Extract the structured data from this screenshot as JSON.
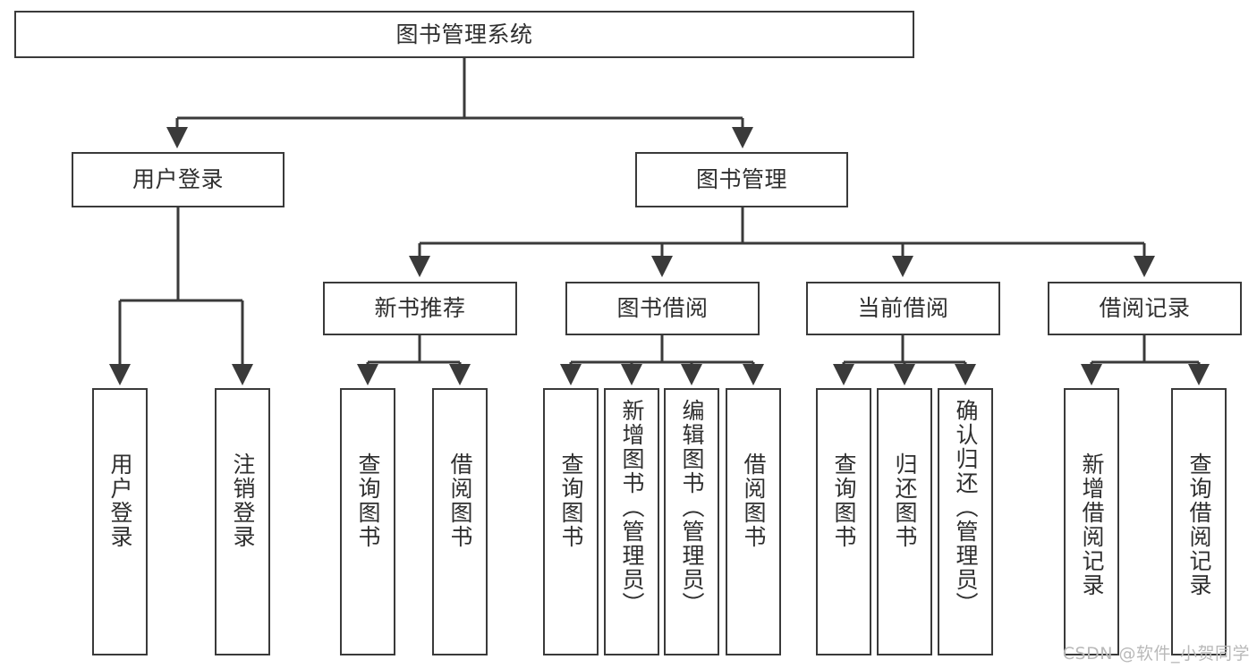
{
  "diagram": {
    "type": "tree-hierarchy",
    "title": "图书管理系统",
    "orientation": "top-down",
    "edge_style": "orthogonal-with-arrowheads",
    "colors": {
      "box_stroke": "#3a3a3a",
      "box_fill": "#ffffff",
      "text": "#2f2f2f",
      "edge": "#3a3a3a",
      "watermark": "#b9b9b9",
      "background": "#ffffff"
    },
    "root": {
      "label": "图书管理系统"
    },
    "level2": [
      {
        "label": "用户登录"
      },
      {
        "label": "图书管理"
      }
    ],
    "level3": [
      {
        "label": "新书推荐"
      },
      {
        "label": "图书借阅"
      },
      {
        "label": "当前借阅"
      },
      {
        "label": "借阅记录"
      }
    ],
    "leaves": {
      "user_login": [
        {
          "label": "用户登录"
        },
        {
          "label": "注销登录"
        }
      ],
      "new_book_recommend": [
        {
          "label": "查询图书"
        },
        {
          "label": "借阅图书"
        }
      ],
      "book_borrow": [
        {
          "label": "查询图书"
        },
        {
          "label": "新增图书（管理员）"
        },
        {
          "label": "编辑图书（管理员）"
        },
        {
          "label": "借阅图书"
        }
      ],
      "current_borrow": [
        {
          "label": "查询图书"
        },
        {
          "label": "归还图书"
        },
        {
          "label": "确认归还（管理员）"
        }
      ],
      "borrow_record": [
        {
          "label": "新增借阅记录"
        },
        {
          "label": "查询借阅记录"
        }
      ]
    },
    "watermark": "CSDN @软件_小贺同学"
  }
}
